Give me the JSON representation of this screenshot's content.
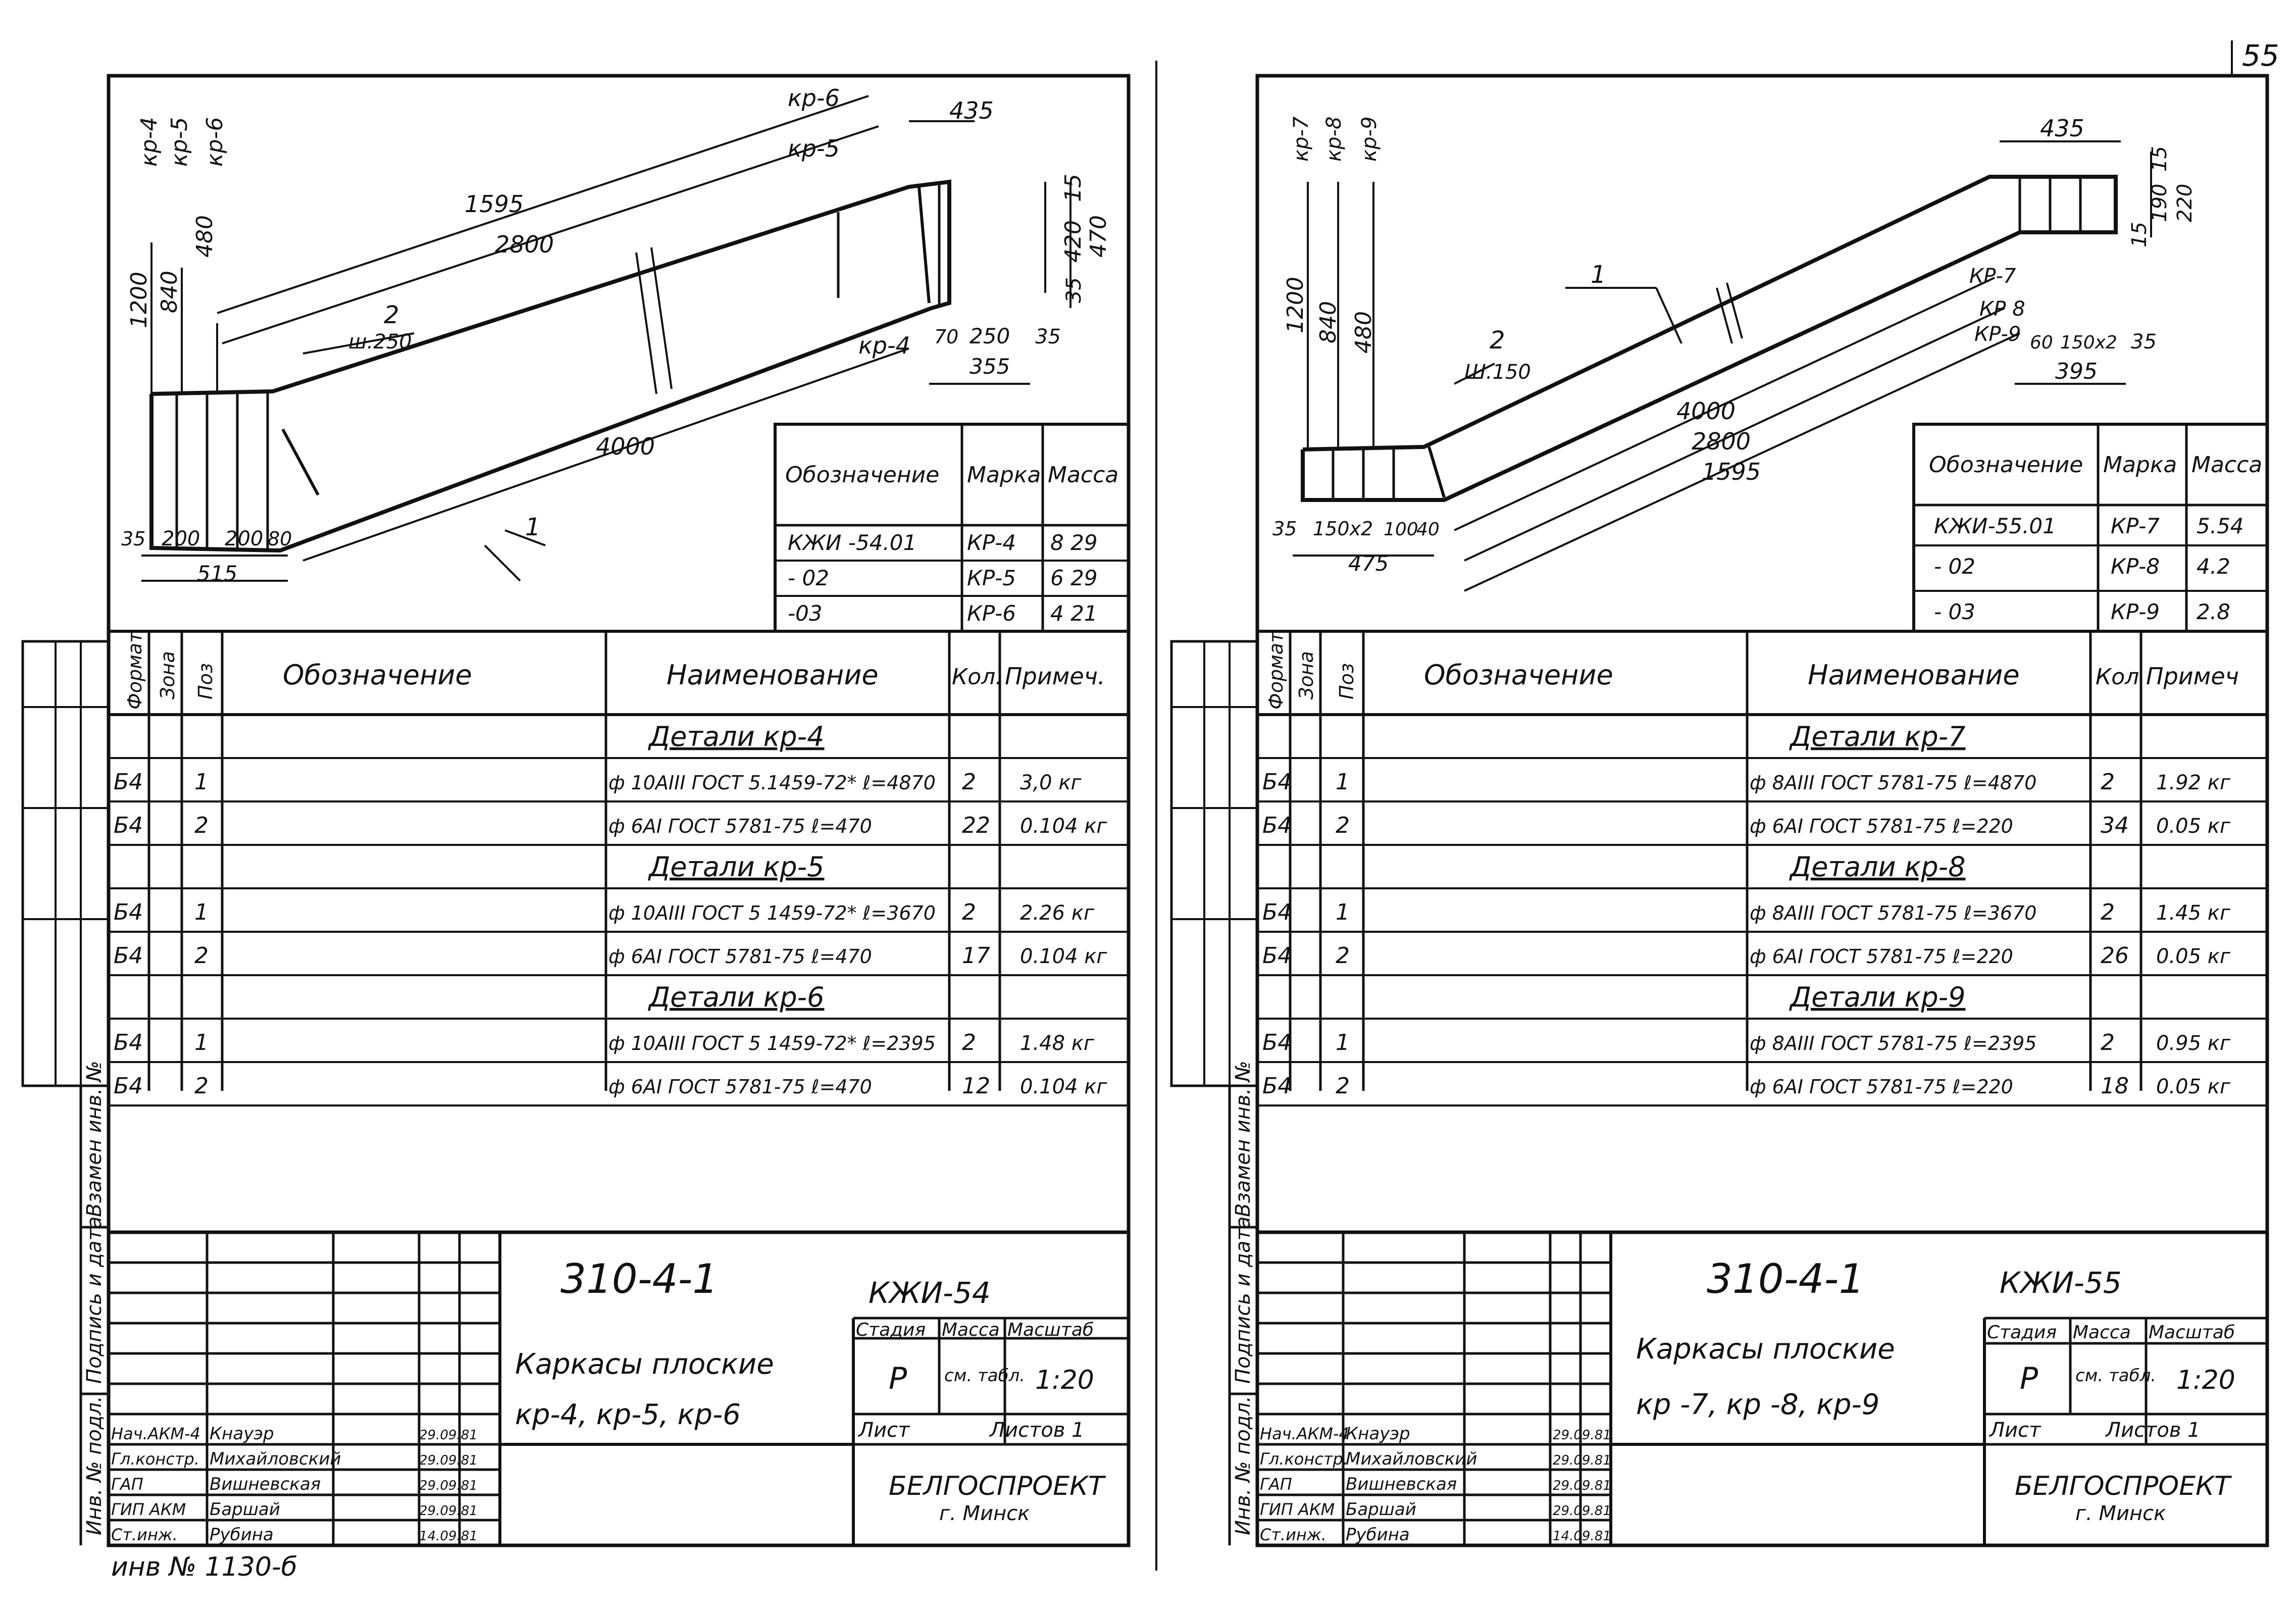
{
  "page_number": "55",
  "left": {
    "labels": {
      "frame_marks": [
        "кр-4",
        "кр-5",
        "кр-6"
      ],
      "kp6": "кр-6",
      "kp5": "кр-5",
      "kp4": "кр-4",
      "d435": "435",
      "d1595": "1595",
      "d2800": "2800",
      "d4000": "4000",
      "d1200": "1200",
      "d840": "840",
      "d480": "480",
      "d15": "15",
      "d420": "420",
      "d470": "470",
      "d35r": "35",
      "d70": "70",
      "d250": "250",
      "d35b": "35",
      "d355": "355",
      "pos2": "2",
      "pitch": "ш.250",
      "pos1": "1",
      "d35l": "35",
      "d200a": "200",
      "d200b": "200",
      "d80": "80",
      "d515": "515"
    },
    "marks_table": {
      "headers": [
        "Обозначение",
        "Марка",
        "Масса"
      ],
      "rows": [
        [
          "КЖИ -54.01",
          "КР-4",
          "8 29"
        ],
        [
          "- 02",
          "КР-5",
          "6 29"
        ],
        [
          "-03",
          "КР-6",
          "4 21"
        ]
      ]
    },
    "spec_table": {
      "headers": [
        "Формат",
        "Зона",
        "Поз",
        "Обозначение",
        "Наименование",
        "Кол.",
        "Примеч."
      ],
      "rows": [
        {
          "type": "group",
          "name": "Детали кр-4"
        },
        {
          "type": "item",
          "fmt": "Б4",
          "pos": "1",
          "name": "ф 10АIII ГОСТ 5.1459-72* ℓ=4870",
          "qty": "2",
          "note": "3,0 кг"
        },
        {
          "type": "item",
          "fmt": "Б4",
          "pos": "2",
          "name": "ф 6АI ГОСТ 5781-75 ℓ=470",
          "qty": "22",
          "note": "0.104 кг"
        },
        {
          "type": "group",
          "name": "Детали кр-5"
        },
        {
          "type": "item",
          "fmt": "Б4",
          "pos": "1",
          "name": "ф 10АIII ГОСТ 5 1459-72* ℓ=3670",
          "qty": "2",
          "note": "2.26 кг"
        },
        {
          "type": "item",
          "fmt": "Б4",
          "pos": "2",
          "name": "ф 6АI ГОСТ 5781-75 ℓ=470",
          "qty": "17",
          "note": "0.104 кг"
        },
        {
          "type": "group",
          "name": "Детали кр-6"
        },
        {
          "type": "item",
          "fmt": "Б4",
          "pos": "1",
          "name": "ф 10АIII ГОСТ 5 1459-72* ℓ=2395",
          "qty": "2",
          "note": "1.48 кг"
        },
        {
          "type": "item",
          "fmt": "Б4",
          "pos": "2",
          "name": "ф 6АI ГОСТ 5781-75 ℓ=470",
          "qty": "12",
          "note": "0.104 кг"
        }
      ]
    },
    "title_block": {
      "code": "310-4-1",
      "doc": "КЖИ-54",
      "title1": "Каркасы плоские",
      "title2": "кр-4, кр-5, кр-6",
      "stage_h": "Стадия",
      "mass_h": "Масса",
      "scale_h": "Масштаб",
      "stage": "Р",
      "mass": "см. табл.",
      "scale": "1:20",
      "sheet": "Лист",
      "sheets": "Листов 1",
      "org1": "БЕЛГОСПРОЕКТ",
      "org2": "г. Минск",
      "people": [
        [
          "Нач.АКМ-4",
          "Кнауэр",
          "29.09.81"
        ],
        [
          "Гл.констр.",
          "Михайловский",
          "29.09.81"
        ],
        [
          "ГАП",
          "Вишневская",
          "29.09.81"
        ],
        [
          "ГИП АКМ",
          "Баршай",
          "29.09.81"
        ],
        [
          "Ст.инж.",
          "Рубина",
          "14.09.81"
        ]
      ]
    },
    "side_stamp": [
      "Инв. № подл.",
      "Подпись и дата",
      "Взамен инв. №"
    ],
    "inventory": "инв № 1130-б"
  },
  "right": {
    "labels": {
      "frame_marks": [
        "кр-7",
        "кр-8",
        "кр-9"
      ],
      "d435": "435",
      "d15a": "15",
      "d190": "190",
      "d15b": "15",
      "d220": "220",
      "pos1": "1",
      "kp7": "КР-7",
      "kp8": "КР 8",
      "kp9": "КР-9",
      "d60": "60",
      "d150x2": "150х2",
      "d35": "35",
      "d395": "395",
      "d1200": "1200",
      "d840": "840",
      "d480": "480",
      "pos2": "2",
      "pitch": "Ш.150",
      "d4000": "4000",
      "d2800": "2800",
      "d1595": "1595",
      "d35l": "35",
      "d150x2b": "150х2",
      "d100": "100",
      "d40": "40",
      "d475": "475"
    },
    "marks_table": {
      "headers": [
        "Обозначение",
        "Марка",
        "Масса"
      ],
      "rows": [
        [
          "КЖИ-55.01",
          "КР-7",
          "5.54"
        ],
        [
          "- 02",
          "КР-8",
          "4.2"
        ],
        [
          "- 03",
          "КР-9",
          "2.8"
        ]
      ]
    },
    "spec_table": {
      "headers": [
        "Формат",
        "Зона",
        "Поз",
        "Обозначение",
        "Наименование",
        "Кол",
        "Примеч"
      ],
      "rows": [
        {
          "type": "group",
          "name": "Детали кр-7"
        },
        {
          "type": "item",
          "fmt": "Б4",
          "pos": "1",
          "name": "ф 8АIII ГОСТ 5781-75 ℓ=4870",
          "qty": "2",
          "note": "1.92 кг"
        },
        {
          "type": "item",
          "fmt": "Б4",
          "pos": "2",
          "name": "ф 6АI ГОСТ 5781-75 ℓ=220",
          "qty": "34",
          "note": "0.05 кг"
        },
        {
          "type": "group",
          "name": "Детали кр-8"
        },
        {
          "type": "item",
          "fmt": "Б4",
          "pos": "1",
          "name": "ф 8АIII ГОСТ 5781-75 ℓ=3670",
          "qty": "2",
          "note": "1.45 кг"
        },
        {
          "type": "item",
          "fmt": "Б4",
          "pos": "2",
          "name": "ф 6АI ГОСТ 5781-75 ℓ=220",
          "qty": "26",
          "note": "0.05 кг"
        },
        {
          "type": "group",
          "name": "Детали кр-9"
        },
        {
          "type": "item",
          "fmt": "Б4",
          "pos": "1",
          "name": "ф 8АIII ГОСТ 5781-75 ℓ=2395",
          "qty": "2",
          "note": "0.95 кг"
        },
        {
          "type": "item",
          "fmt": "Б4",
          "pos": "2",
          "name": "ф 6АI ГОСТ 5781-75 ℓ=220",
          "qty": "18",
          "note": "0.05 кг"
        }
      ]
    },
    "title_block": {
      "code": "310-4-1",
      "doc": "КЖИ-55",
      "title1": "Каркасы плоские",
      "title2": "кр -7, кр -8, кр-9",
      "stage_h": "Стадия",
      "mass_h": "Масса",
      "scale_h": "Масштаб",
      "stage": "Р",
      "mass": "см. табл.",
      "scale": "1:20",
      "sheet": "Лист",
      "sheets": "Листов 1",
      "org1": "БЕЛГОСПРОЕКТ",
      "org2": "г. Минск",
      "people": [
        [
          "Нач.АКМ-4",
          "Кнауэр",
          "29.09.81"
        ],
        [
          "Гл.констр.",
          "Михайловский",
          "29.09.81"
        ],
        [
          "ГАП",
          "Вишневская",
          "29.09.81"
        ],
        [
          "ГИП АКМ",
          "Баршай",
          "29.09.81"
        ],
        [
          "Ст.инж.",
          "Рубина",
          "14.09.81"
        ]
      ]
    },
    "side_stamp": [
      "Инв. № подл.",
      "Подпись и дата",
      "Взамен инв. №"
    ]
  }
}
